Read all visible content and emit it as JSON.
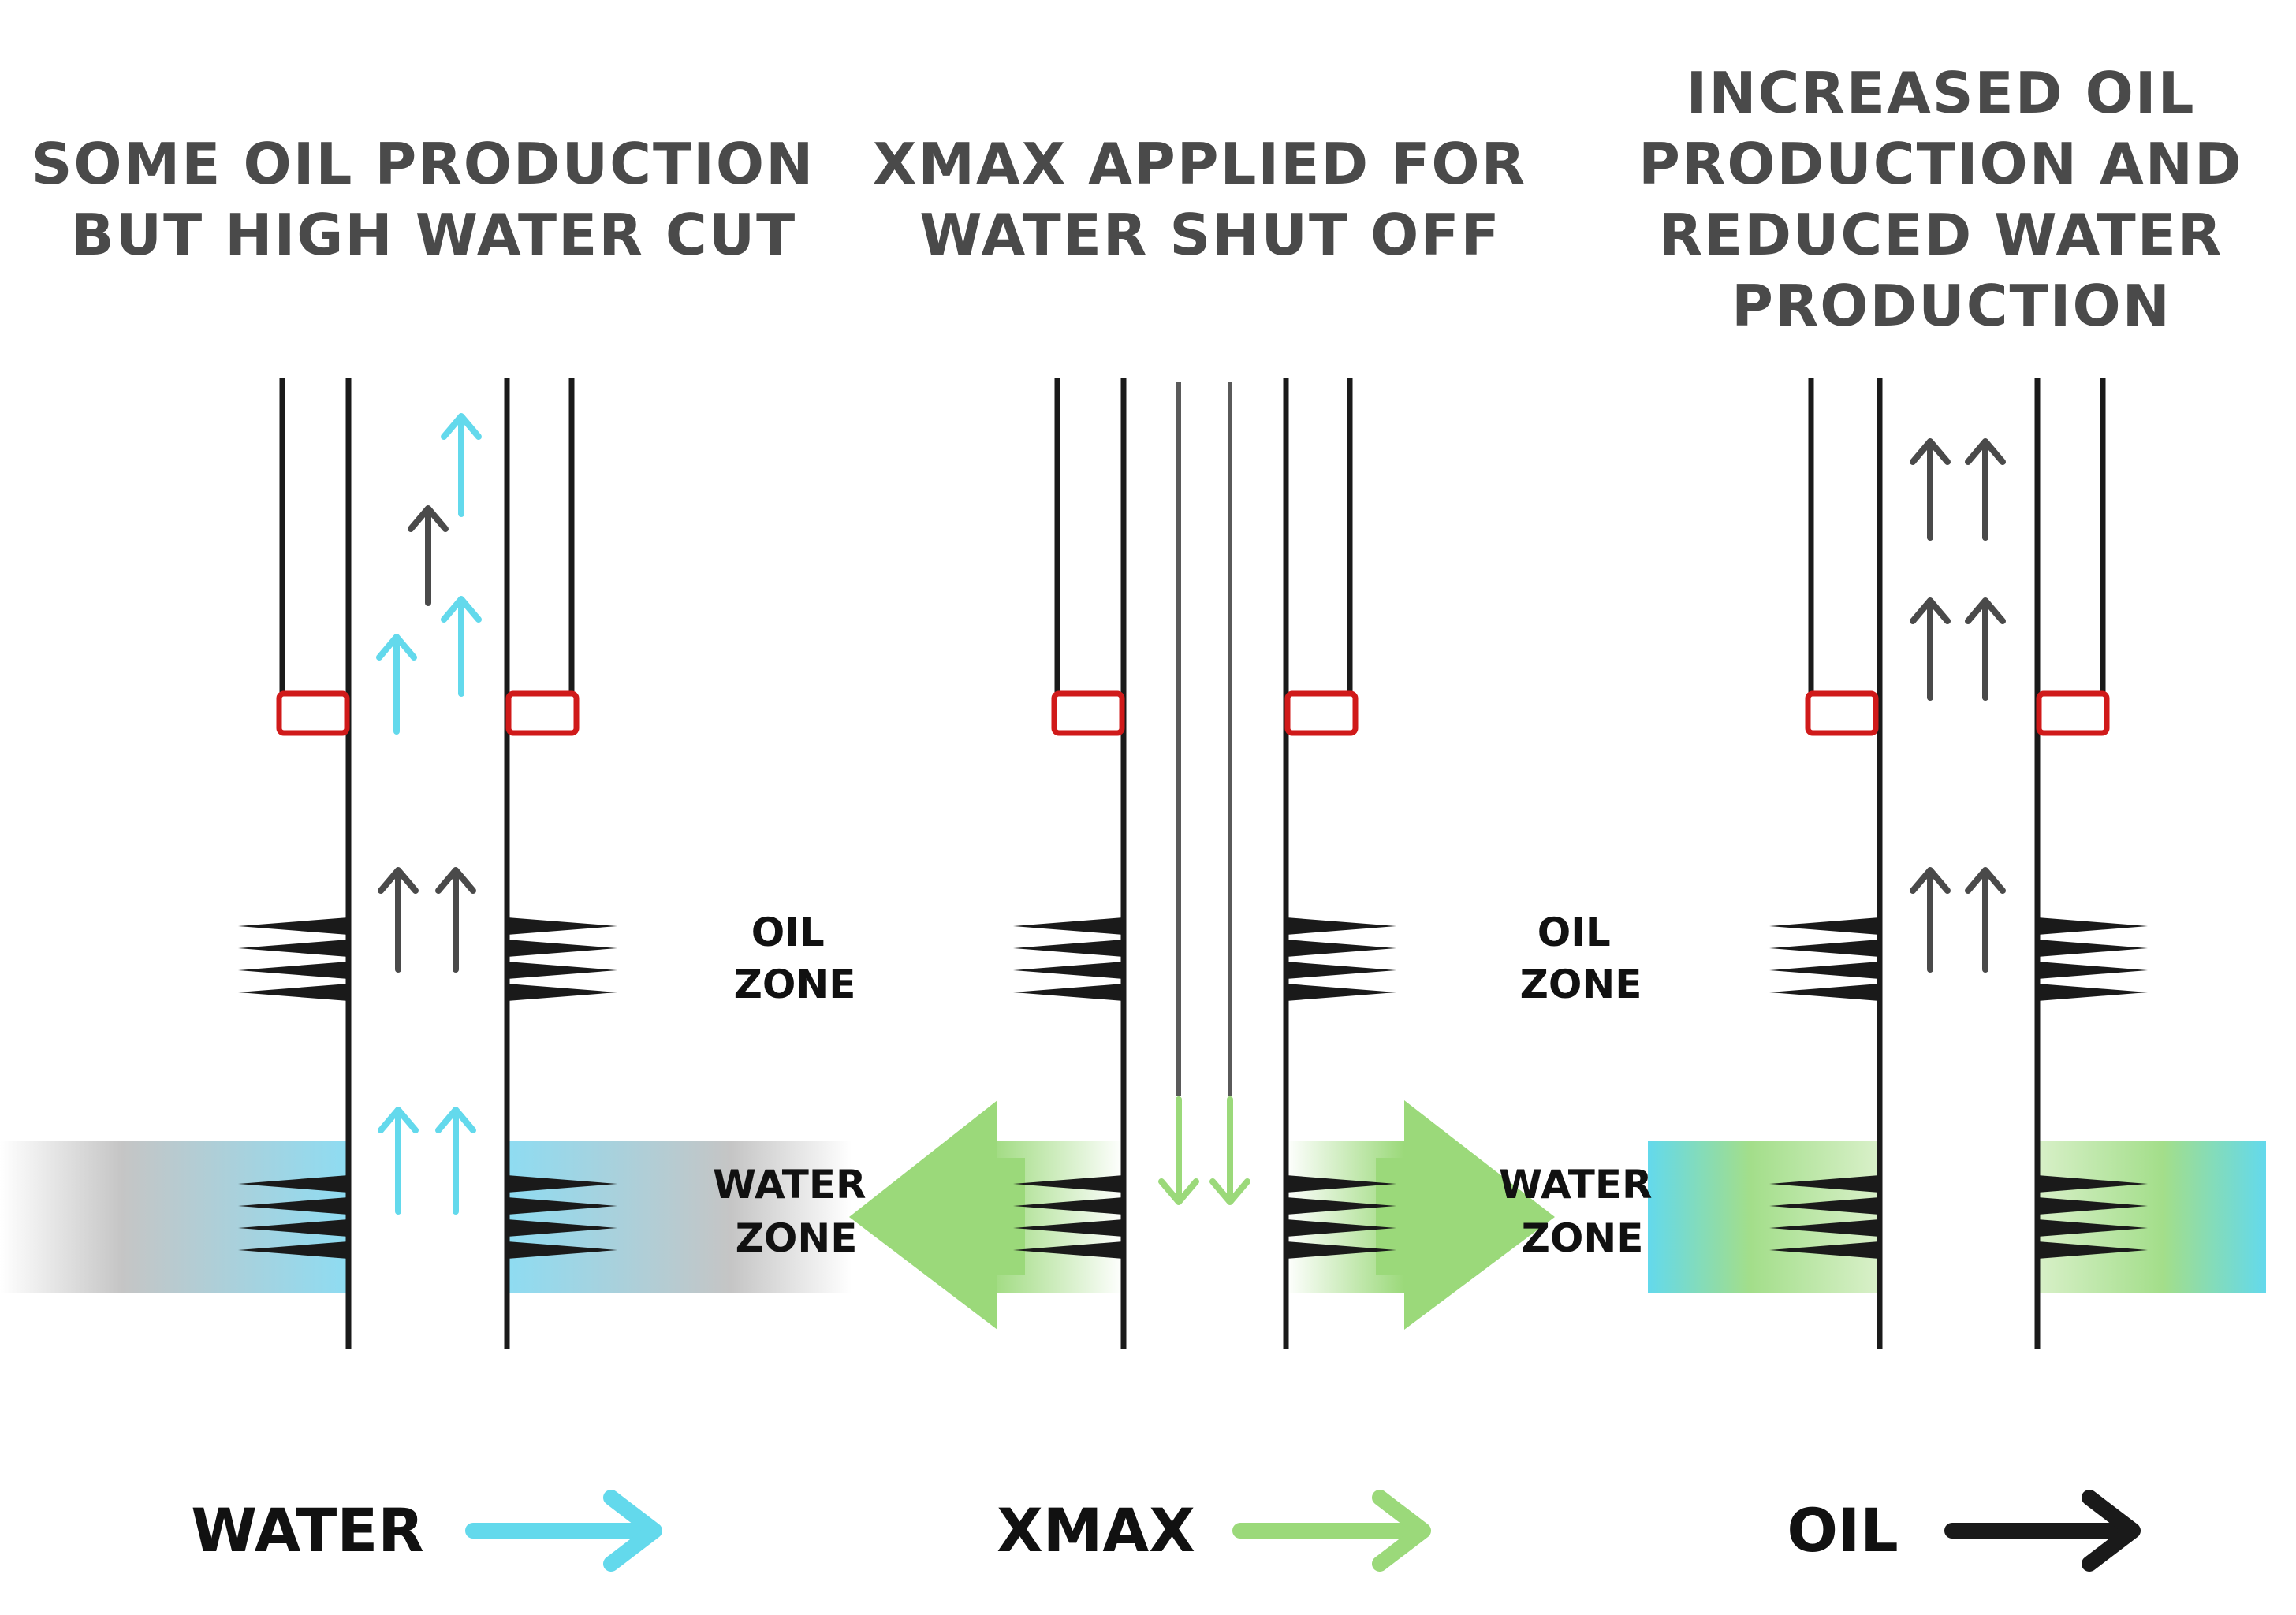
{
  "panels": [
    {
      "title_lines": [
        "SOME OIL PRODUCTION",
        "BUT HIGH WATER CUT"
      ]
    },
    {
      "title_lines": [
        "XMAX APPLIED FOR",
        "WATER SHUT OFF"
      ]
    },
    {
      "title_lines": [
        "INCREASED OIL",
        "PRODUCTION AND",
        "REDUCED WATER",
        "PRODUCTION"
      ]
    }
  ],
  "zone_labels": [
    {
      "lines": [
        "OIL",
        "ZONE"
      ]
    },
    {
      "lines": [
        "WATER",
        "ZONE"
      ]
    },
    {
      "lines": [
        "OIL",
        "ZONE"
      ]
    },
    {
      "lines": [
        "WATER",
        "ZONE"
      ]
    }
  ],
  "legend": [
    {
      "label": "WATER",
      "color": "#63d9ec"
    },
    {
      "label": "XMAX",
      "color": "#9bd97a"
    },
    {
      "label": "OIL",
      "color": "#1a1a1a"
    }
  ],
  "colors": {
    "water": "#63d9ec",
    "xmax": "#9bd97a",
    "oil_arrow": "#4a4a4a",
    "packer": "#d01a1a",
    "pipe": "#1a1a1a"
  }
}
